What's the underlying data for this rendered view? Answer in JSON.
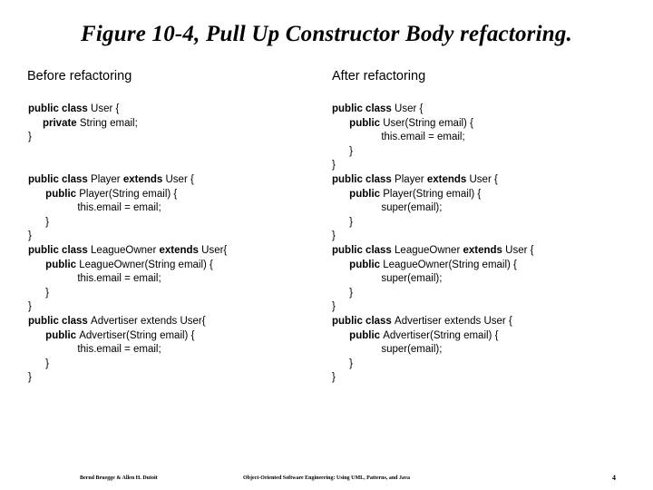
{
  "slide": {
    "title": "Figure 10-4, Pull Up Constructor Body refactoring.",
    "background_color": "#ffffff",
    "text_color": "#000000"
  },
  "columns": {
    "before": {
      "header": "Before refactoring",
      "lines": [
        {
          "segments": [
            {
              "text": "public class ",
              "bold": true
            },
            {
              "text": "User {",
              "bold": false
            }
          ]
        },
        {
          "segments": [
            {
              "text": "     private ",
              "bold": true
            },
            {
              "text": "String email;",
              "bold": false
            }
          ]
        },
        {
          "segments": [
            {
              "text": "}",
              "bold": false
            }
          ]
        },
        {
          "segments": [
            {
              "text": "",
              "bold": false
            }
          ]
        },
        {
          "segments": [
            {
              "text": "",
              "bold": false
            }
          ]
        },
        {
          "segments": [
            {
              "text": "public class ",
              "bold": true
            },
            {
              "text": "Player ",
              "bold": false
            },
            {
              "text": "extends ",
              "bold": true
            },
            {
              "text": "User {",
              "bold": false
            }
          ]
        },
        {
          "segments": [
            {
              "text": "      public ",
              "bold": true
            },
            {
              "text": "Player(String email) {",
              "bold": false
            }
          ]
        },
        {
          "segments": [
            {
              "text": "                 this.email = email;",
              "bold": false
            }
          ]
        },
        {
          "segments": [
            {
              "text": "      }",
              "bold": false
            }
          ]
        },
        {
          "segments": [
            {
              "text": "}",
              "bold": false
            }
          ]
        },
        {
          "segments": [
            {
              "text": "public class ",
              "bold": true
            },
            {
              "text": "LeagueOwner ",
              "bold": false
            },
            {
              "text": "extends ",
              "bold": true
            },
            {
              "text": "User{",
              "bold": false
            }
          ]
        },
        {
          "segments": [
            {
              "text": "      public ",
              "bold": true
            },
            {
              "text": "LeagueOwner(String email) {",
              "bold": false
            }
          ]
        },
        {
          "segments": [
            {
              "text": "                 this.email = email;",
              "bold": false
            }
          ]
        },
        {
          "segments": [
            {
              "text": "      }",
              "bold": false
            }
          ]
        },
        {
          "segments": [
            {
              "text": "}",
              "bold": false
            }
          ]
        },
        {
          "segments": [
            {
              "text": "public class ",
              "bold": true
            },
            {
              "text": "Advertiser extends User{",
              "bold": false
            }
          ]
        },
        {
          "segments": [
            {
              "text": "      public ",
              "bold": true
            },
            {
              "text": "Advertiser(String email) {",
              "bold": false
            }
          ]
        },
        {
          "segments": [
            {
              "text": "                 this.email = email;",
              "bold": false
            }
          ]
        },
        {
          "segments": [
            {
              "text": "      }",
              "bold": false
            }
          ]
        },
        {
          "segments": [
            {
              "text": "}",
              "bold": false
            }
          ]
        }
      ]
    },
    "after": {
      "header": "After refactoring",
      "lines": [
        {
          "segments": [
            {
              "text": "public class ",
              "bold": true
            },
            {
              "text": "User {",
              "bold": false
            }
          ]
        },
        {
          "segments": [
            {
              "text": "      public ",
              "bold": true
            },
            {
              "text": "User(String email) {",
              "bold": false
            }
          ]
        },
        {
          "segments": [
            {
              "text": "                 this.email = email;",
              "bold": false
            }
          ]
        },
        {
          "segments": [
            {
              "text": "      }",
              "bold": false
            }
          ]
        },
        {
          "segments": [
            {
              "text": "}",
              "bold": false
            }
          ]
        },
        {
          "segments": [
            {
              "text": "public class ",
              "bold": true
            },
            {
              "text": "Player ",
              "bold": false
            },
            {
              "text": "extends ",
              "bold": true
            },
            {
              "text": "User {",
              "bold": false
            }
          ]
        },
        {
          "segments": [
            {
              "text": "      public ",
              "bold": true
            },
            {
              "text": "Player(String email) {",
              "bold": false
            }
          ]
        },
        {
          "segments": [
            {
              "text": "                 super(email);",
              "bold": false
            }
          ]
        },
        {
          "segments": [
            {
              "text": "      }",
              "bold": false
            }
          ]
        },
        {
          "segments": [
            {
              "text": "}",
              "bold": false
            }
          ]
        },
        {
          "segments": [
            {
              "text": "public class ",
              "bold": true
            },
            {
              "text": "LeagueOwner ",
              "bold": false
            },
            {
              "text": "extends ",
              "bold": true
            },
            {
              "text": "User {",
              "bold": false
            }
          ]
        },
        {
          "segments": [
            {
              "text": "      public ",
              "bold": true
            },
            {
              "text": "LeagueOwner(String email) {",
              "bold": false
            }
          ]
        },
        {
          "segments": [
            {
              "text": "                 super(email);",
              "bold": false
            }
          ]
        },
        {
          "segments": [
            {
              "text": "      }",
              "bold": false
            }
          ]
        },
        {
          "segments": [
            {
              "text": "}",
              "bold": false
            }
          ]
        },
        {
          "segments": [
            {
              "text": "public class ",
              "bold": true
            },
            {
              "text": "Advertiser extends User {",
              "bold": false
            }
          ]
        },
        {
          "segments": [
            {
              "text": "      public ",
              "bold": true
            },
            {
              "text": "Advertiser(String email) {",
              "bold": false
            }
          ]
        },
        {
          "segments": [
            {
              "text": "                 super(email);",
              "bold": false
            }
          ]
        },
        {
          "segments": [
            {
              "text": "      }",
              "bold": false
            }
          ]
        },
        {
          "segments": [
            {
              "text": "}",
              "bold": false
            }
          ]
        }
      ]
    }
  },
  "footer": {
    "authors": "Bernd Bruegge & Allen H. Dutoit",
    "book_title": "Object-Oriented Software Engineering: Using UML, Patterns, and Java",
    "page_number": "4"
  }
}
